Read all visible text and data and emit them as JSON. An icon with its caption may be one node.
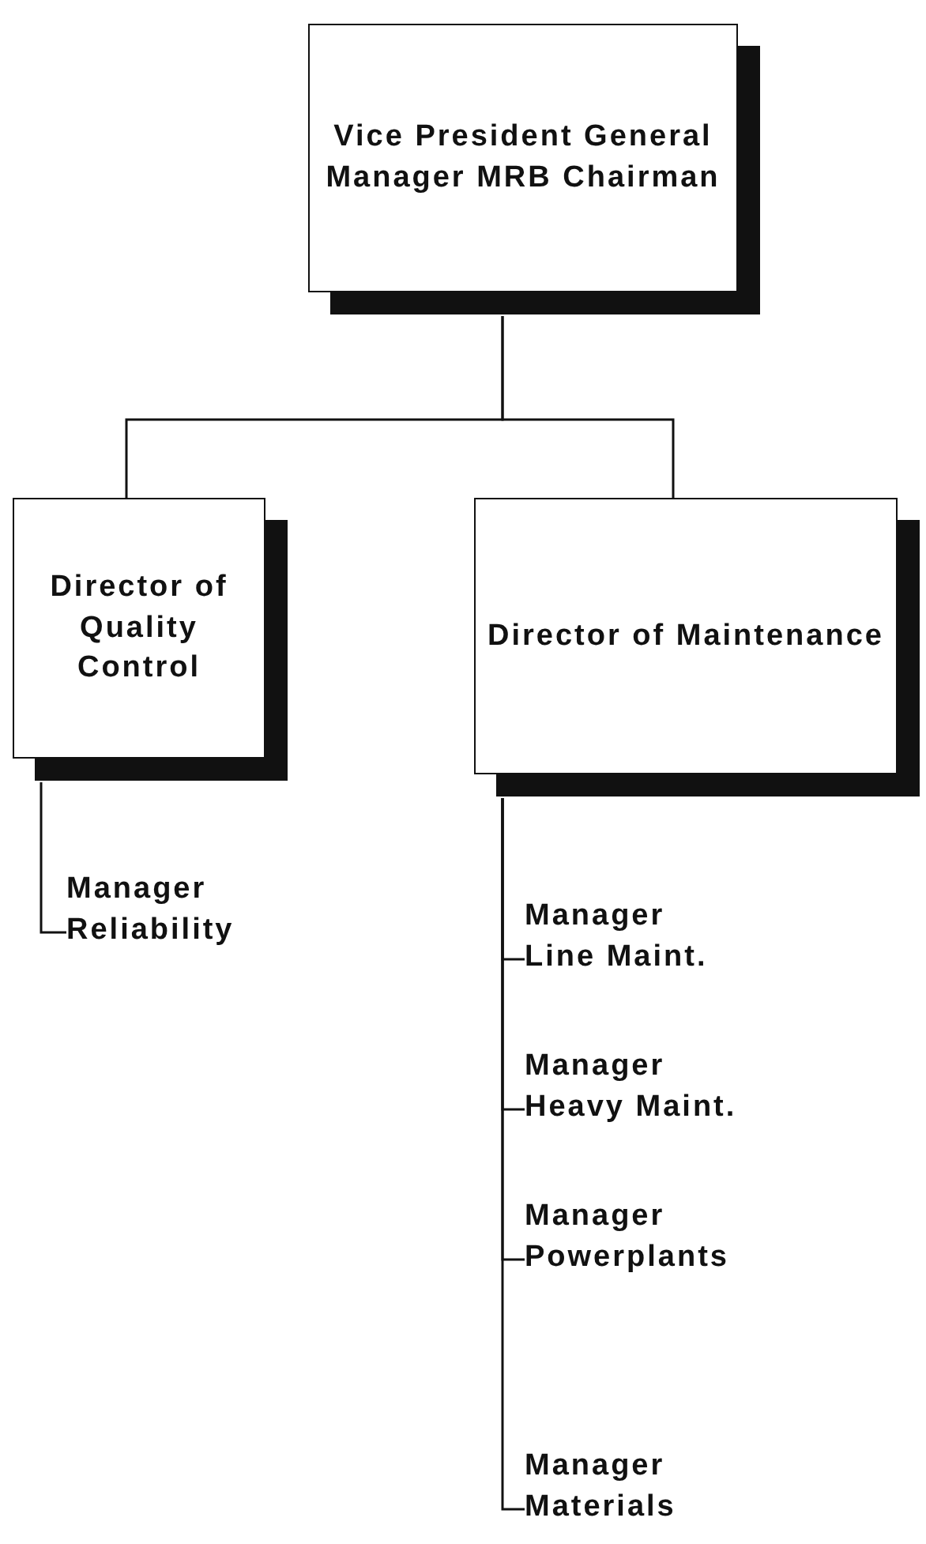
{
  "diagram": {
    "nodes": [
      {
        "text": [
          "Vice President General Manager MRB Chairman"
        ]
      },
      {
        "text": [
          "Director of Quality Control"
        ]
      },
      {
        "text": [
          "Director of Maintenance"
        ]
      },
      {
        "text": [
          "Manager Reliability"
        ]
      },
      {
        "text": [
          "Manager Line Maint."
        ]
      },
      {
        "text": [
          "Manager Heavy Maint."
        ]
      },
      {
        "text": [
          "Manager Powerplants"
        ]
      },
      {
        "text": [
          "Manager Materials"
        ]
      }
    ],
    "edges": [
      {
        "from": 0,
        "to": 1,
        "arrow": "none"
      },
      {
        "from": 0,
        "to": 2,
        "arrow": "none"
      },
      {
        "from": 1,
        "to": 3,
        "arrow": "none"
      },
      {
        "from": 2,
        "to": 4,
        "arrow": "none"
      },
      {
        "from": 2,
        "to": 5,
        "arrow": "none"
      },
      {
        "from": 2,
        "to": 6,
        "arrow": "none"
      },
      {
        "from": 2,
        "to": 7,
        "arrow": "none"
      }
    ]
  }
}
